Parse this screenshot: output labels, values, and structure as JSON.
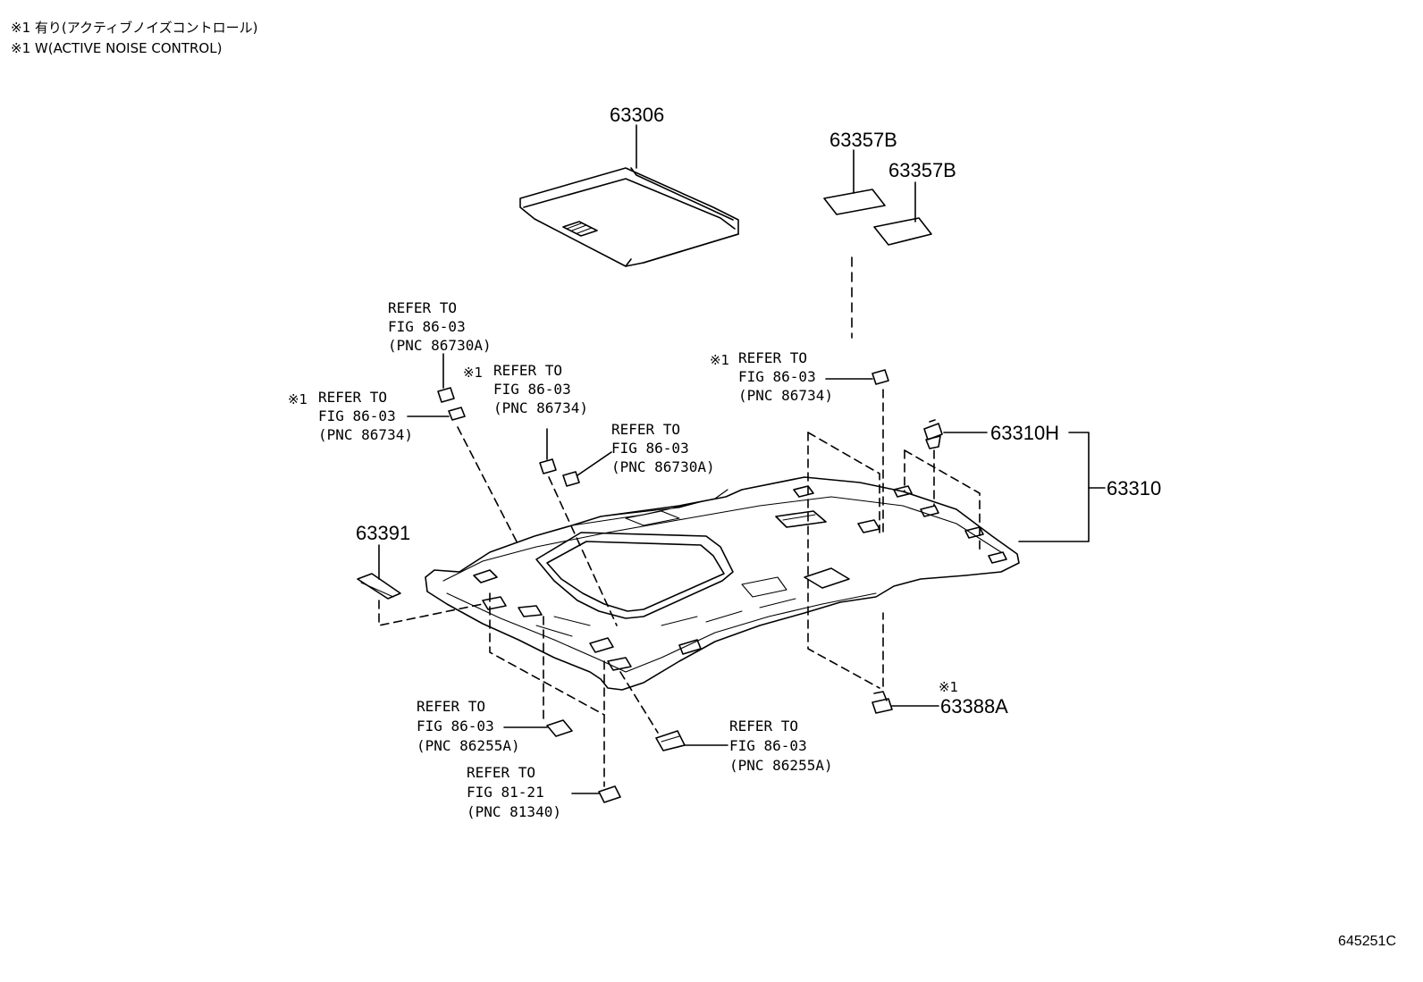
{
  "notes": {
    "line1": "※1 有り(アクティブノイズコントロール)",
    "line2": "※1 W(ACTIVE NOISE CONTROL)"
  },
  "parts": {
    "p63306": "63306",
    "p63357b_1": "63357B",
    "p63357b_2": "63357B",
    "p63310h": "63310H",
    "p63310": "63310",
    "p63391": "63391",
    "p63388a": "63388A",
    "mark_63388a": "※1"
  },
  "refs": {
    "r1": {
      "l1": "REFER TO",
      "l2": "FIG 86-03",
      "l3": "(PNC 86730A)"
    },
    "r2": {
      "mark": "※1",
      "l1": "REFER TO",
      "l2": "FIG 86-03",
      "l3": "(PNC 86734)"
    },
    "r3": {
      "mark": "※1",
      "l1": "REFER TO",
      "l2": "FIG 86-03",
      "l3": "(PNC 86734)"
    },
    "r4": {
      "l1": "REFER TO",
      "l2": "FIG 86-03",
      "l3": "(PNC 86730A)"
    },
    "r5": {
      "mark": "※1",
      "l1": "REFER TO",
      "l2": "FIG 86-03",
      "l3": "(PNC 86734)"
    },
    "r6": {
      "l1": "REFER TO",
      "l2": "FIG 86-03",
      "l3": "(PNC 86255A)"
    },
    "r7": {
      "l1": "REFER TO",
      "l2": "FIG 86-03",
      "l3": "(PNC 86255A)"
    },
    "r8": {
      "l1": "REFER TO",
      "l2": "FIG 81-21",
      "l3": "(PNC 81340)"
    }
  },
  "diagram_id": "645251C"
}
